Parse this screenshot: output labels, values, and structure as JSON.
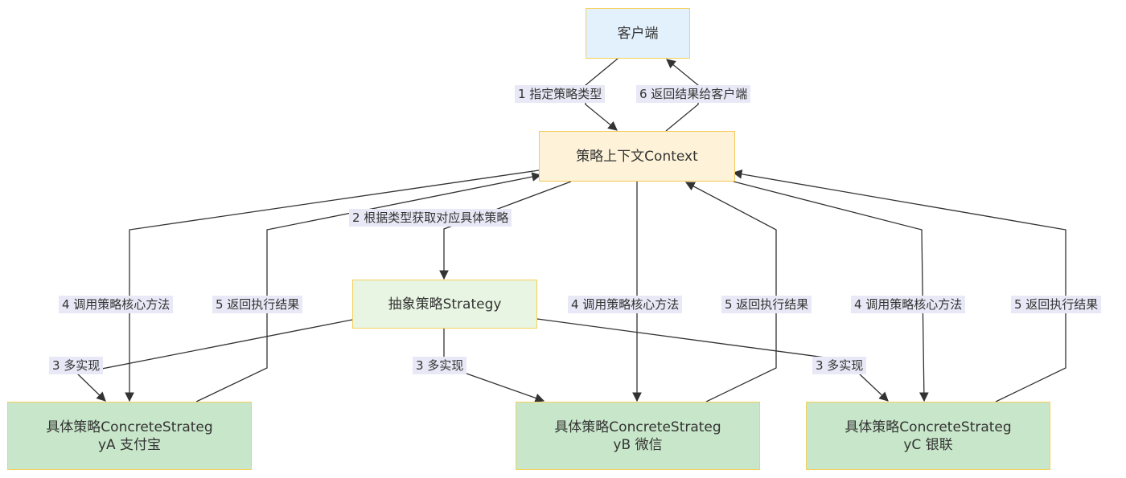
{
  "nodes": {
    "client": "客户端",
    "context": "策略上下文Context",
    "strategy": "抽象策略Strategy",
    "concrete_a": {
      "line1": "具体策略ConcreteStrateg",
      "line2": "yA 支付宝"
    },
    "concrete_b": {
      "line1": "具体策略ConcreteStrateg",
      "line2": "yB 微信"
    },
    "concrete_c": {
      "line1": "具体策略ConcreteStrateg",
      "line2": "yC 银联"
    }
  },
  "edges": {
    "step1": "1 指定策略类型",
    "step6": "6 返回结果给客户端",
    "step2": "2 根据类型获取对应具体策略",
    "step4": "4 调用策略核心方法",
    "step5": "5 返回执行结果",
    "step3": "3 多实现"
  }
}
